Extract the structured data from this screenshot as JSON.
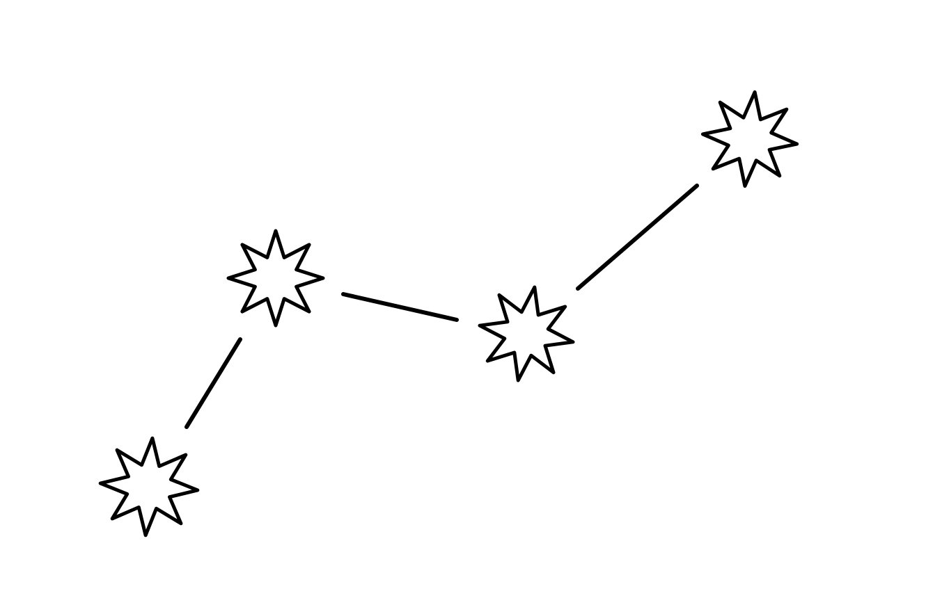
{
  "colors": {
    "background": "#ffffff",
    "ink": "#000000"
  },
  "diagram": {
    "kind": "star-constellation",
    "stars": [
      {
        "id": "star-1",
        "icon": "eight-point-star-icon"
      },
      {
        "id": "star-2",
        "icon": "eight-point-star-icon"
      },
      {
        "id": "star-3",
        "icon": "eight-point-star-icon"
      },
      {
        "id": "star-4",
        "icon": "eight-point-star-icon"
      }
    ],
    "links": [
      {
        "from": "star-1",
        "to": "star-2"
      },
      {
        "from": "star-2",
        "to": "star-3"
      },
      {
        "from": "star-3",
        "to": "star-4"
      }
    ]
  }
}
